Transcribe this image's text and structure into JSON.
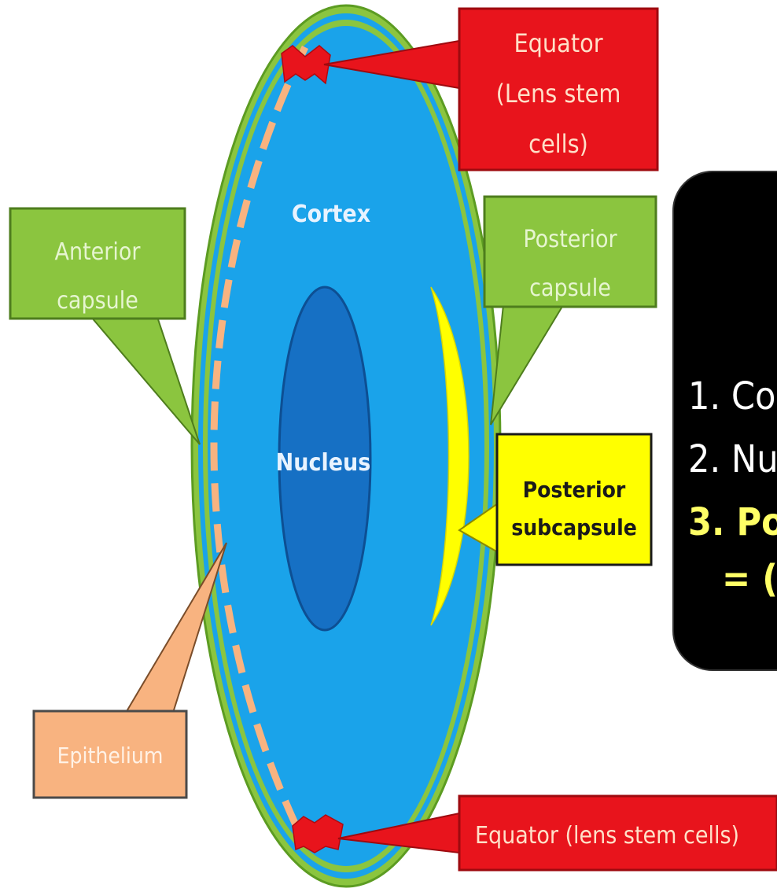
{
  "diagram": {
    "labels": {
      "equator_top_line1": "Equator",
      "equator_top_line2": "(Lens stem",
      "equator_top_line3": "cells)",
      "anterior_line1": "Anterior",
      "anterior_line2": "capsule",
      "posterior_capsule_line1": "Posterior",
      "posterior_capsule_line2": "capsule",
      "cortex": "Cortex",
      "nucleus": "Nucleus",
      "posterior_subcapsule_line1": "Posterior",
      "posterior_subcapsule_line2": "subcapsule",
      "epithelium": "Epithelium",
      "equator_bottom": "Equator (lens stem cells)"
    },
    "list_panel": {
      "item1": "1. Co",
      "item2": "2. Nu",
      "item3": "3. Po",
      "item3_cont": "= ("
    },
    "colors": {
      "cortex_blue": "#1aa3ea",
      "nucleus_blue": "#1670c4",
      "capsule_green": "#8bc53f",
      "equator_red": "#e8141c",
      "subcapsule_yellow": "#ffff00",
      "epithelium_peach": "#f8b380",
      "panel_black": "#000000",
      "highlight_yellow": "#ffff66"
    }
  }
}
